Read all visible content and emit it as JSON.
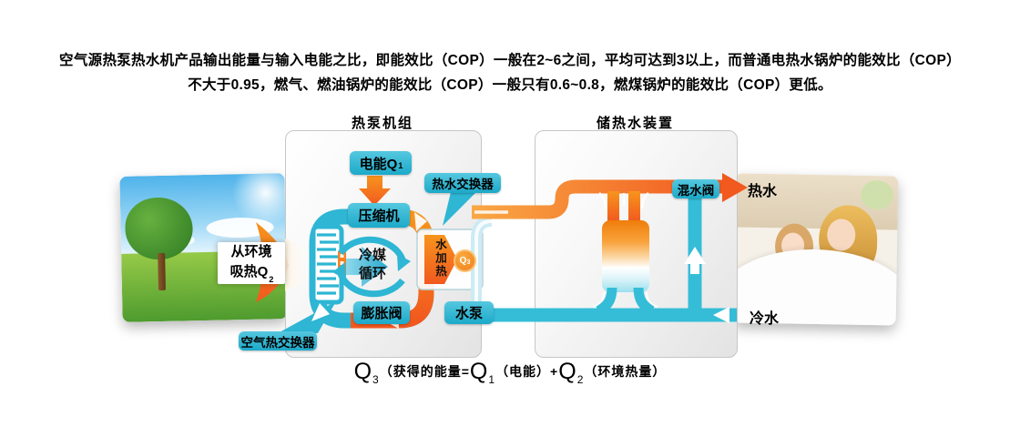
{
  "intro": {
    "line1": "空气源热泵热水机产品输出能量与输入电能之比，即能效比（COP）一般在2~6之间，平均可达到3以上，而普通电热水锅炉的能效比（COP）",
    "line2": "不大于0.95，燃气、燃油锅炉的能效比（COP）一般只有0.6~0.8，燃煤锅炉的能效比（COP）更低。"
  },
  "heat_pump": {
    "title": "热泵机组",
    "electric_text": "电能Q",
    "electric_sub": "1",
    "compressor": "压缩机",
    "refrigerant_line1": "冷媒",
    "refrigerant_line2": "循环",
    "expansion_valve": "膨胀阀",
    "air_heat_exchanger": "空气热交换器",
    "hot_water_exchanger": "热水交换器",
    "water_heating": "水加热",
    "q3_text": "Q",
    "q3_sub": "3",
    "water_pump": "水泵"
  },
  "environment": {
    "absorb_line1": "从环境",
    "absorb_line2": "吸热Q",
    "absorb_sub": "2"
  },
  "storage": {
    "title": "储热水装置",
    "mixing_valve": "混水阀",
    "hot_water": "热水",
    "cold_water": "冷水"
  },
  "formula": {
    "q3": "Q",
    "q3_sub": "3",
    "gain": "（获得的能量=",
    "q1": "Q",
    "q1_sub": "1",
    "electric": "（电能）+",
    "q2": "Q",
    "q2_sub": "2",
    "env": "（环境热量）"
  },
  "colors": {
    "teal": "#2eb6d4",
    "orange": "#f7941d",
    "orange_deep": "#f1591f"
  }
}
